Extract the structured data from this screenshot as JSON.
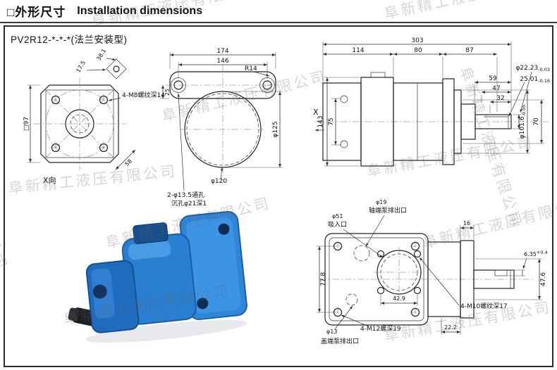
{
  "header": {
    "title_cn": "□外形尺寸",
    "title_en": "Installation dimensions"
  },
  "model_label": "PV2R12-*-*-*(法兰安装型)",
  "watermark": "阜新精工液压有限公司",
  "colors": {
    "pump_blue": "#2f86d8",
    "pump_blue_dark": "#1f6cbe",
    "drawing_line": "#222222",
    "watermark_gray": "#9a9a9a"
  },
  "front_view": {
    "square": "□97",
    "dim_17_5": "17.5",
    "dim_38_1": "38.1",
    "dim_58": "58",
    "thread_note": "4-M8螺纹深14",
    "view_label": "X向"
  },
  "flange_view": {
    "dim_174": "174",
    "dim_146": "146",
    "radius": "R14",
    "dia_125": "φ125",
    "dia_120": "φ120",
    "dim_25": "25",
    "hole_note_1": "2-φ13.5通孔",
    "hole_note_2": "沉孔φ21深1"
  },
  "side_view": {
    "dim_303": "303",
    "dim_114": "114",
    "dim_80": "80",
    "dim_87": "87",
    "dim_59": "59",
    "dim_47": "47",
    "dim_32": "32",
    "shaft_dia": "φ22.23",
    "shaft_tol": "-0.03",
    "key_dim": "25.01",
    "key_tol": "-0.16",
    "dim_143": "143",
    "dim_75": "75",
    "dim_70": "70",
    "pilot_dia": "φ101.6",
    "pilot_tol": "-0.05",
    "view_label": "X"
  },
  "port_view": {
    "outlet_dia": "φ19",
    "outlet_label": "轴端泵排出口",
    "inlet_dia": "φ51",
    "inlet_label": "吸入口",
    "dim_16": "16",
    "key_height": "6.35",
    "key_height_tol": "+0.4",
    "dim_77_8": "77.8",
    "dim_47_6": "47.6",
    "dim_42_9": "42.9",
    "thread_note_m12": "4-M12螺深19",
    "thread_note_m10": "4-M10螺纹深17",
    "dim_22_2": "22.2",
    "port_dia": "φ13",
    "port_label": "盖端泵排出口"
  }
}
